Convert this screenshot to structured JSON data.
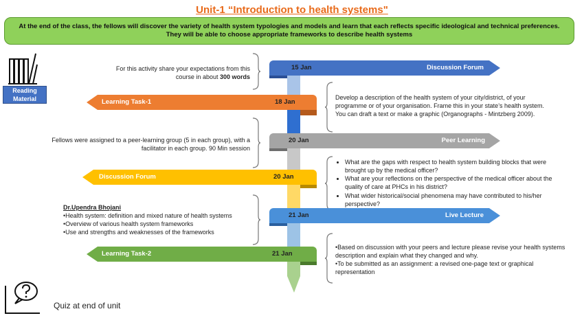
{
  "title": "Unit-1 “Introduction to health systems\"",
  "objective": "At the end of the class, the fellows will discover the variety of health system typologies and models and learn that each reflects specific ideological and technical preferences. They will be able to choose appropriate frameworks to describe health systems",
  "reading_material": {
    "label": "Reading\nMaterial",
    "icon": "books-icon"
  },
  "quiz": {
    "label": "Quiz at end of unit",
    "icon": "question-bubble-icon"
  },
  "colors": {
    "blue": "#4472c4",
    "orange": "#ed7d31",
    "gray": "#a5a5a5",
    "gold": "#ffc000",
    "green": "#70ad47",
    "objective_bg": "#8fd15a"
  },
  "items": [
    {
      "date": "15 Jan",
      "label": "Discussion Forum",
      "side": "right",
      "color": "#4472c4",
      "text_pre": "For this activity share your expectations from this course in about ",
      "text_bold": "300 words"
    },
    {
      "date": "18 Jan",
      "label": "Learning Task-1",
      "side": "left",
      "color": "#ed7d31",
      "text": "Develop a description of the health system of your city/district, of your programme or of your organisation. Frame this in your state’s health system.  You can draft a text or make a graphic (Organographs - Mintzberg 2009)."
    },
    {
      "date": "20 Jan",
      "label": "Peer Learning",
      "side": "right",
      "color": "#a5a5a5",
      "text": "Fellows were assigned to a peer-learning group (5 in each group), with a facilitator in each group. 90 Min session"
    },
    {
      "date": "20 Jan",
      "label": "Discussion Forum",
      "side": "left",
      "color": "#ffc000",
      "bullets": [
        "What are the gaps with respect to health system building blocks that were brought up by the medical officer?",
        "What are your reflections on the perspective of the medical officer about the quality of care at PHCs in his district?",
        "What wider historical/social phenomena may have contributed to his/her perspective?"
      ]
    },
    {
      "date": "21 Jan",
      "label": "Live Lecture",
      "side": "right",
      "color": "#4a90d9",
      "speaker": "Dr.Upendra Bhojani",
      "bullets": [
        "Health system: definition and mixed nature of health systems",
        "Overview of various health system frameworks",
        "Use and strengths and weaknesses of the frameworks"
      ]
    },
    {
      "date": "21 Jan",
      "label": "Learning Task-2",
      "side": "left",
      "color": "#70ad47",
      "bullets": [
        "Based on discussion with your peers and lecture please revise your health systems description and explain what they changed and why.",
        "To be submitted as an assignment: a revised one-page text or graphical representation"
      ]
    }
  ]
}
